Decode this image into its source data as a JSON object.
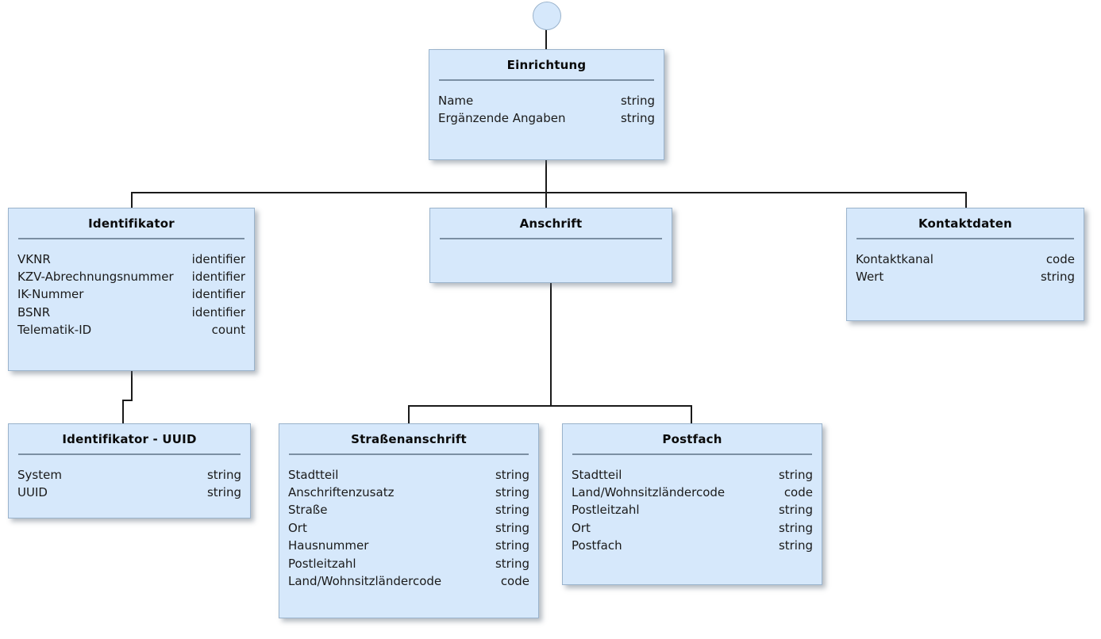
{
  "diagram": {
    "title": "Einrichtung",
    "type": "uml-class-diagram",
    "colors": {
      "box_fill": "#d6e8fb",
      "box_border": "#9ab3cc",
      "separator": "#7b8fa3",
      "line": "#1a1a1a",
      "text": "#1a1a1a",
      "title_text": "#0a0a0a",
      "background": "#ffffff"
    }
  },
  "root_node": {
    "name": "initial-node",
    "shape": "circle"
  },
  "classes": {
    "einrichtung": {
      "title": "Einrichtung",
      "attributes": [
        {
          "name": "Name",
          "type": "string"
        },
        {
          "name": "Ergänzende Angaben",
          "type": "string"
        }
      ]
    },
    "identifikator": {
      "title": "Identifikator",
      "attributes": [
        {
          "name": "VKNR",
          "type": "identifier"
        },
        {
          "name": "KZV-Abrechnungsnummer",
          "type": "identifier"
        },
        {
          "name": "IK-Nummer",
          "type": "identifier"
        },
        {
          "name": "BSNR",
          "type": "identifier"
        },
        {
          "name": "Telematik-ID",
          "type": "count"
        }
      ]
    },
    "anschrift": {
      "title": "Anschrift",
      "attributes": []
    },
    "kontaktdaten": {
      "title": "Kontaktdaten",
      "attributes": [
        {
          "name": "Kontaktkanal",
          "type": "code"
        },
        {
          "name": "Wert",
          "type": "string"
        }
      ]
    },
    "identifikator_uuid": {
      "title": "Identifikator - UUID",
      "attributes": [
        {
          "name": "System",
          "type": "string"
        },
        {
          "name": "UUID",
          "type": "string"
        }
      ]
    },
    "strassenanschrift": {
      "title": "Straßenanschrift",
      "attributes": [
        {
          "name": "Stadtteil",
          "type": "string"
        },
        {
          "name": "Anschriftenzusatz",
          "type": "string"
        },
        {
          "name": "Straße",
          "type": "string"
        },
        {
          "name": "Ort",
          "type": "string"
        },
        {
          "name": "Hausnummer",
          "type": "string"
        },
        {
          "name": "Postleitzahl",
          "type": "string"
        },
        {
          "name": "Land/Wohnsitzländercode",
          "type": "code"
        }
      ]
    },
    "postfach": {
      "title": "Postfach",
      "attributes": [
        {
          "name": "Stadtteil",
          "type": "string"
        },
        {
          "name": "Land/Wohnsitzländercode",
          "type": "code"
        },
        {
          "name": "Postleitzahl",
          "type": "string"
        },
        {
          "name": "Ort",
          "type": "string"
        },
        {
          "name": "Postfach",
          "type": "string"
        }
      ]
    }
  }
}
